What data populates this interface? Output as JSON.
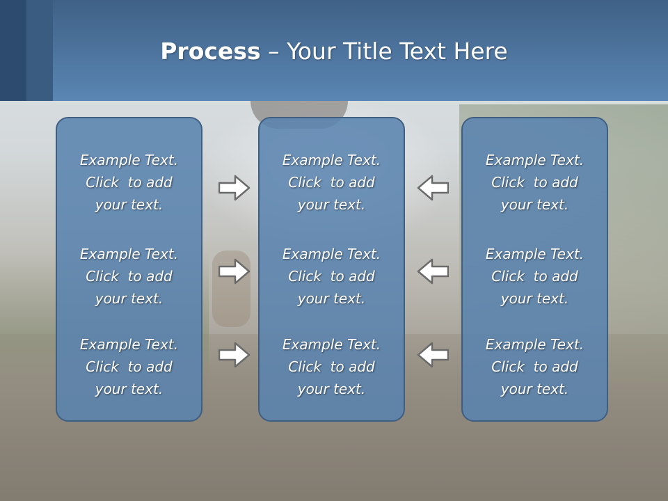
{
  "title": {
    "bold": "Process",
    "rest": " – Your Title Text Here"
  },
  "boxes": [
    {
      "items": [
        {
          "line1": "Example Text.",
          "line2": "Click  to add",
          "line3": "your text."
        },
        {
          "line1": "Example Text.",
          "line2": "Click  to add",
          "line3": "your text."
        },
        {
          "line1": "Example Text.",
          "line2": "Click  to add",
          "line3": "your text."
        }
      ]
    },
    {
      "items": [
        {
          "line1": "Example Text.",
          "line2": "Click  to add",
          "line3": "your text."
        },
        {
          "line1": "Example Text.",
          "line2": "Click  to add",
          "line3": "your text."
        },
        {
          "line1": "Example Text.",
          "line2": "Click  to add",
          "line3": "your text."
        }
      ]
    },
    {
      "items": [
        {
          "line1": "Example Text.",
          "line2": "Click  to add",
          "line3": "your text."
        },
        {
          "line1": "Example Text.",
          "line2": "Click  to add",
          "line3": "your text."
        },
        {
          "line1": "Example Text.",
          "line2": "Click  to add",
          "line3": "your text."
        }
      ]
    }
  ],
  "arrows": {
    "left_column": [
      "arrow-right-icon",
      "arrow-right-icon",
      "arrow-right-icon"
    ],
    "right_column": [
      "arrow-left-icon",
      "arrow-left-icon",
      "arrow-left-icon"
    ]
  },
  "colors": {
    "header": "#4f78a3",
    "box_fill": "#5882af",
    "box_border": "#3f5f82",
    "text": "#ffffff"
  }
}
